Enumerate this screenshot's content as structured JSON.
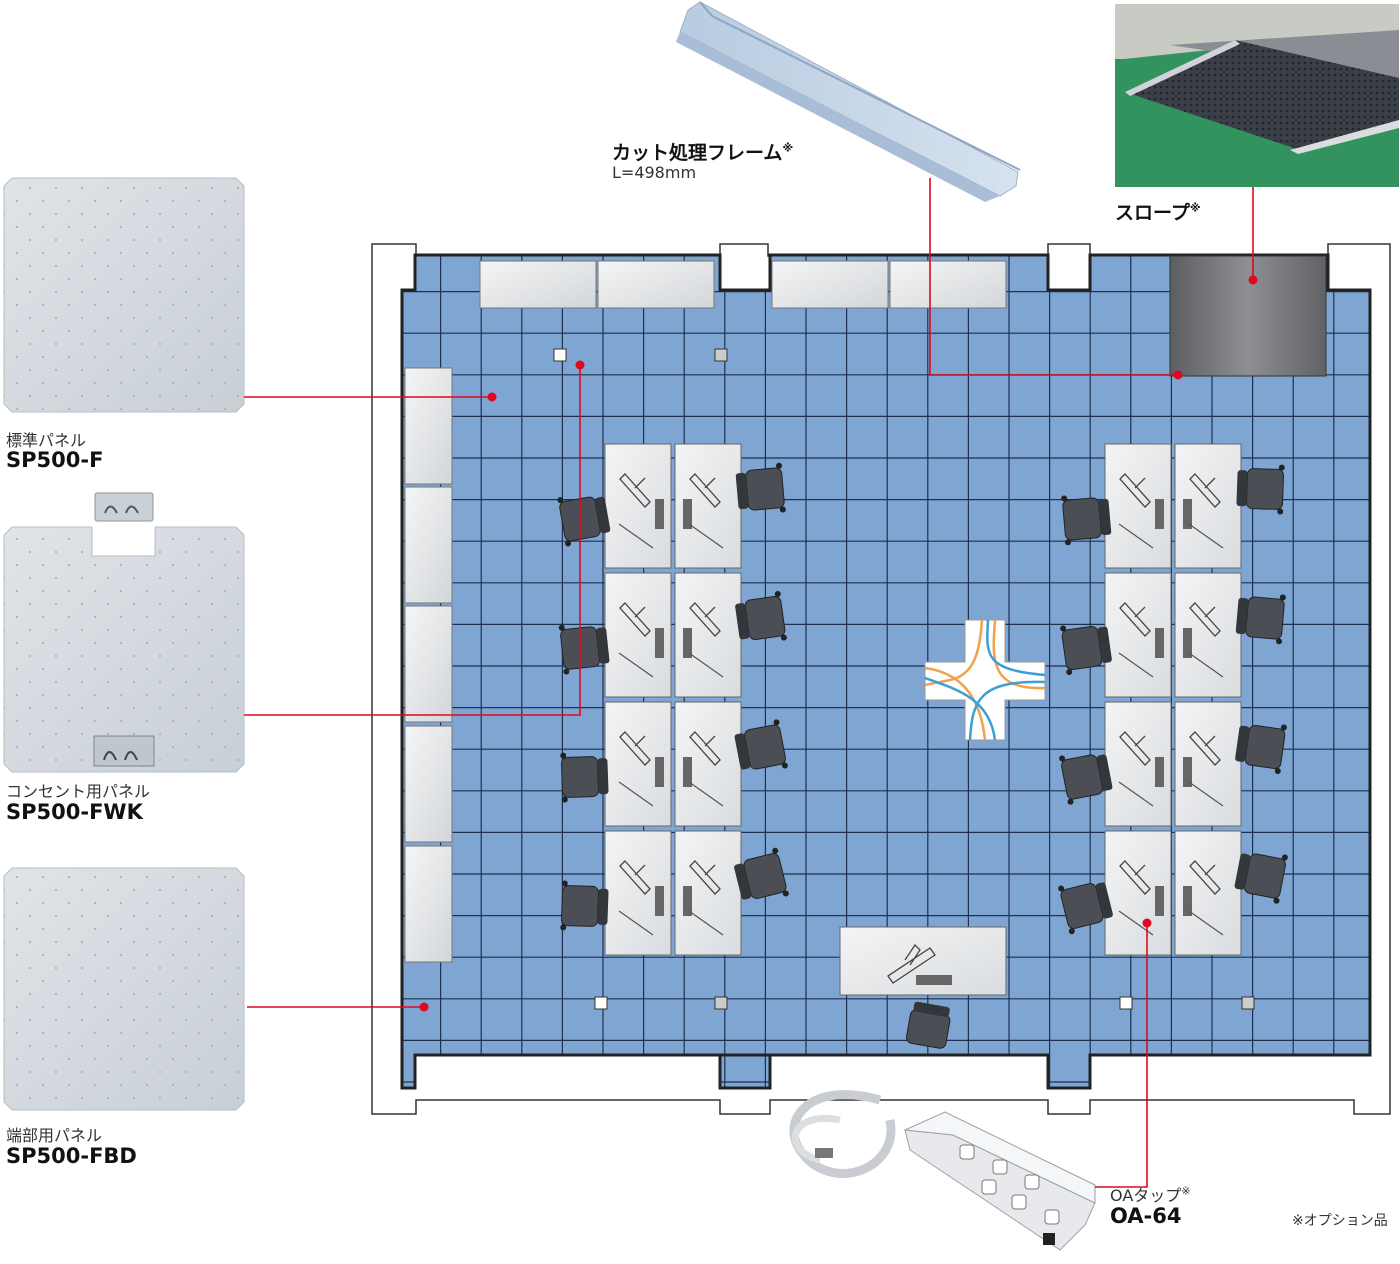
{
  "labels": {
    "standard_panel": {
      "name": "標準パネル",
      "model": "SP500-F"
    },
    "outlet_panel": {
      "name": "コンセント用パネル",
      "model": "SP500-FWK"
    },
    "edge_panel": {
      "name": "端部用パネル",
      "model": "SP500-FBD"
    },
    "cut_frame": {
      "name": "カット処理フレーム",
      "mark": "※",
      "length": "L=498mm"
    },
    "slope": {
      "name": "スロープ",
      "mark": "※"
    },
    "oa_tap": {
      "name": "OAタップ",
      "mark": "※",
      "model": "OA-64"
    },
    "footnote": "※オプション品"
  },
  "colors": {
    "floor_tile": "#7fa6d2",
    "grid_line": "#1d3050",
    "leader_line": "#e0081f",
    "panel_metal": "#d7dde2",
    "furniture": "#e6e8ea",
    "cable_orange": "#f0a14a",
    "cable_blue": "#3aa0d8"
  },
  "icons": [
    "standard-panel-image",
    "outlet-panel-image",
    "edge-panel-image",
    "frame-image",
    "slope-photo",
    "power-strip-image",
    "office-chair-icon",
    "monitor-icon",
    "keyboard-icon",
    "floor-outlet-icon"
  ]
}
